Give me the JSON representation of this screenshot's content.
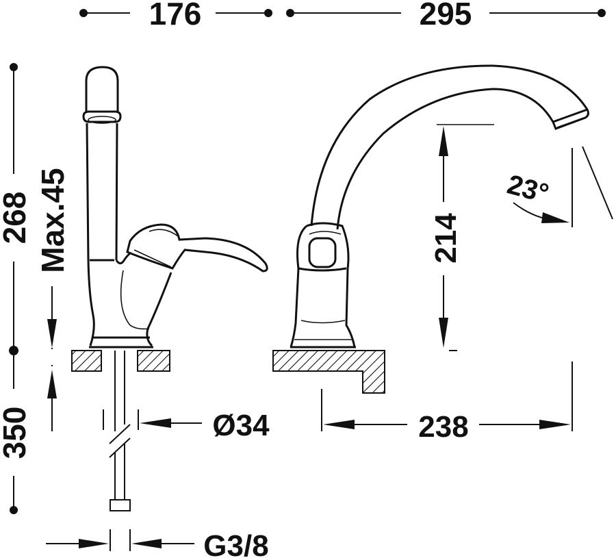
{
  "drawing": {
    "type": "faucet technical dimension drawing",
    "line_color": "#111111",
    "background": "#ffffff"
  },
  "dimensions": {
    "top_left_width": "176",
    "top_right_width": "295",
    "overall_height": "268",
    "deck_thickness": "Max.45",
    "hose_length": "350",
    "hole_diameter": "Ø34",
    "connection_thread": "G3/8",
    "spout_height": "214",
    "spout_reach": "238",
    "swivel_angle": "23°"
  }
}
